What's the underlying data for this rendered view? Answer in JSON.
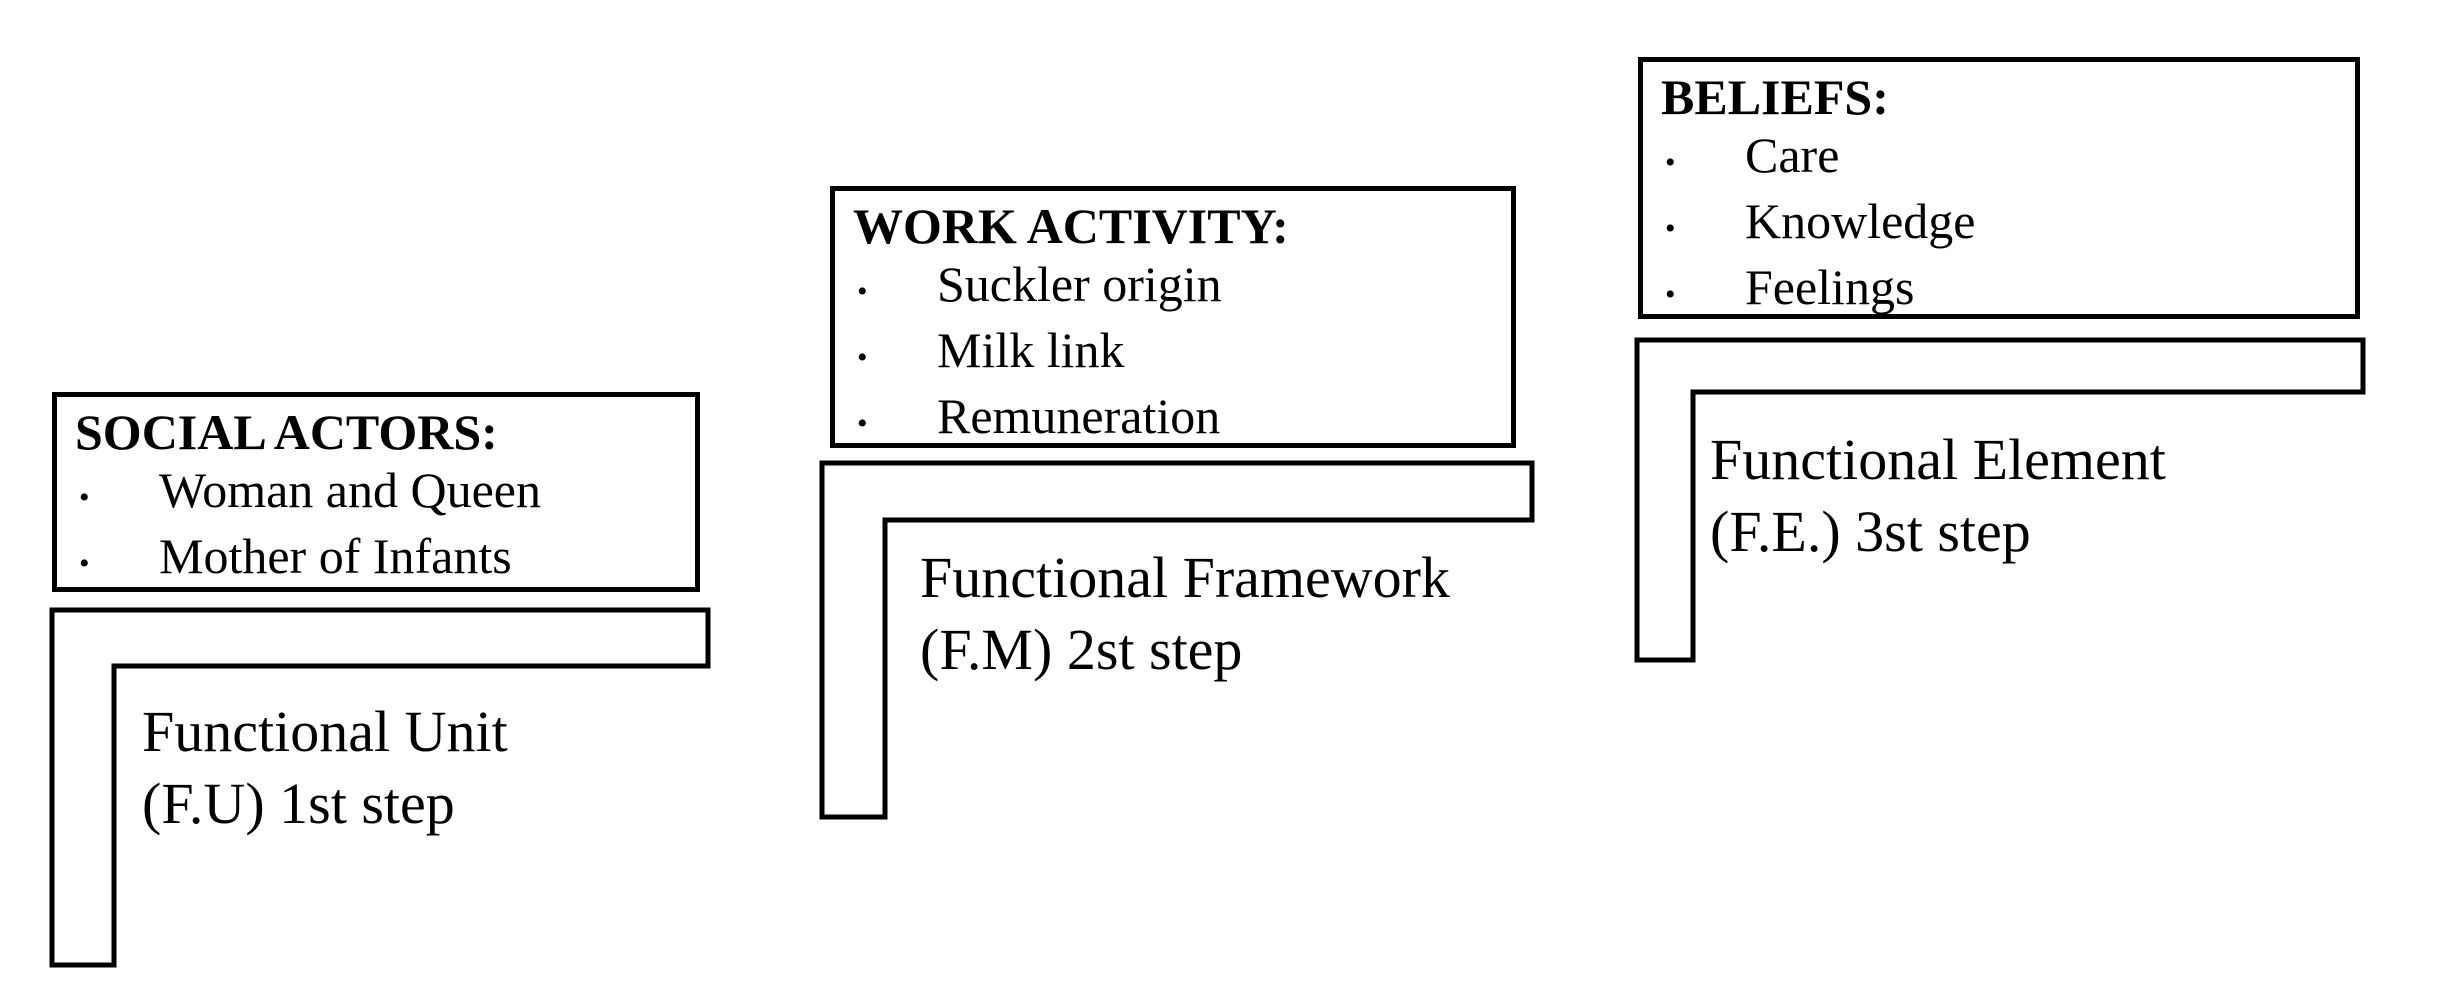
{
  "colors": {
    "background": "#ffffff",
    "ink": "#000000"
  },
  "ui": {
    "bullet_char": "•"
  },
  "diagram": {
    "boxes": [
      {
        "title": "SOCIAL ACTORS:",
        "items": [
          "Woman and Queen",
          "Mother of Infants"
        ]
      },
      {
        "title": "WORK ACTIVITY:",
        "items": [
          "Suckler origin",
          "Milk link",
          "Remuneration"
        ]
      },
      {
        "title": "BELIEFS:",
        "items": [
          "Care",
          "Knowledge",
          "Feelings"
        ]
      }
    ],
    "steps": [
      {
        "line1": "Functional Unit",
        "line2": "(F.U) 1st step"
      },
      {
        "line1": "Functional Framework",
        "line2": "(F.M) 2st step"
      },
      {
        "line1": "Functional Element",
        "line2": "(F.E.) 3st step"
      }
    ]
  }
}
